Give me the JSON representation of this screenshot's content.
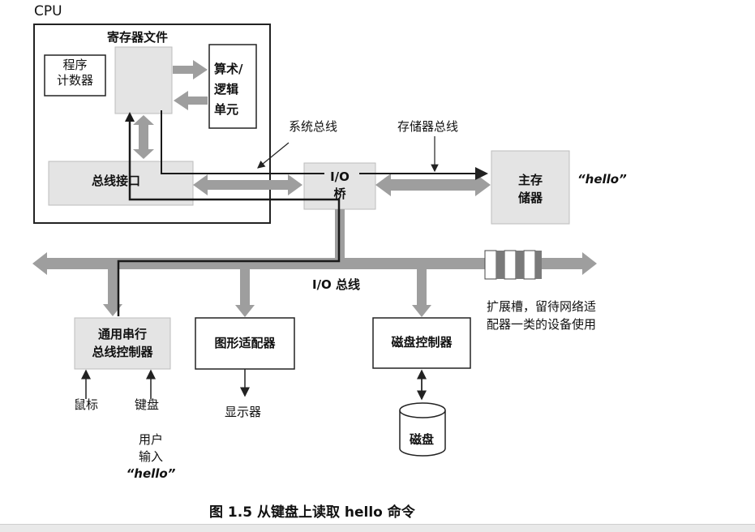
{
  "cpu": {
    "label": "CPU",
    "register_file": "寄存器文件",
    "pc": [
      "程序",
      "计数器"
    ],
    "alu": [
      "算术/",
      "逻辑",
      "单元"
    ],
    "bus_interface": "总线接口"
  },
  "buses": {
    "system_bus": "系统总线",
    "memory_bus": "存储器总线",
    "io_bus": "I/O 总线"
  },
  "io_bridge": [
    "I/O",
    "桥"
  ],
  "main_memory": {
    "label": [
      "主存",
      "储器"
    ],
    "content": "“hello”"
  },
  "usb_controller": [
    "通用串行",
    "总线控制器"
  ],
  "graphics_adapter": "图形适配器",
  "disk_controller": "磁盘控制器",
  "expansion_slots": [
    "扩展槽，留待网络适",
    "配器一类的设备使用"
  ],
  "peripherals": {
    "mouse": "鼠标",
    "keyboard": "键盘",
    "display": "显示器",
    "disk": "磁盘"
  },
  "user_input": [
    "用户",
    "输入",
    "“hello”"
  ],
  "caption": "图 1.5   从键盘上读取 hello 命令"
}
